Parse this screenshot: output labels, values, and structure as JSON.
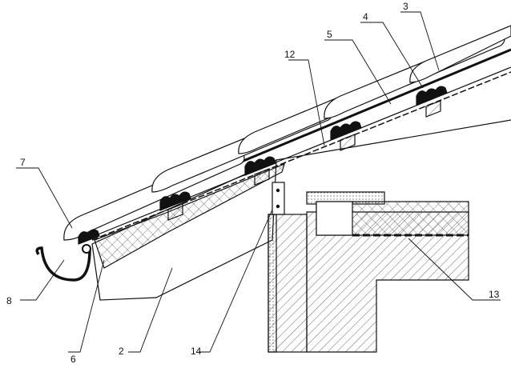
{
  "title": "Roof eaves section detail",
  "colors": {
    "line": "#111111",
    "fill": "#ffffff",
    "hatch": "#444444"
  },
  "labels": {
    "l3": "3",
    "l4": "4",
    "l5": "5",
    "l12": "12",
    "l7": "7",
    "l8": "8",
    "l6": "6",
    "l2": "2",
    "l14": "14",
    "l13": "13"
  }
}
